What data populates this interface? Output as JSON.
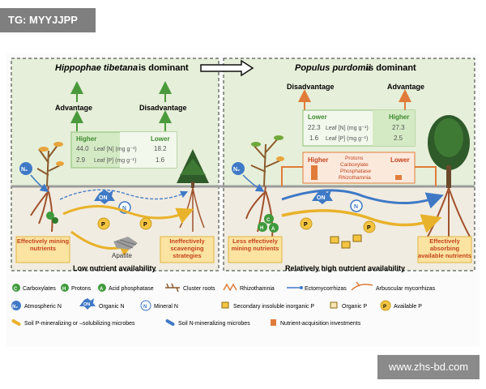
{
  "header_badge": "TG: MYYJJPP",
  "watermark": "www.zhs-bd.com",
  "left_panel": {
    "title_species": "Hippophae tibetana",
    "title_suffix": " is dominant",
    "advantage": "Advantage",
    "disadvantage": "Disadvantage",
    "higher": "Higher",
    "lower": "Lower",
    "row1": {
      "left": "44.0",
      "label": "Leaf [N] (mg g⁻¹)",
      "right": "18.2"
    },
    "row2": {
      "left": "2.9",
      "label": "Leaf [P] (mg g⁻¹)",
      "right": "1.6"
    },
    "strategy_left": "Effectively mining nutrients",
    "strategy_right": "Ineffectively scavenging strategies",
    "bottom_label": "Low nutrient availability",
    "apatite": "Apatite"
  },
  "right_panel": {
    "title_species": "Populus purdomii",
    "title_suffix": " is dominant",
    "disadvantage": "Disadvantage",
    "advantage": "Advantage",
    "lower": "Lower",
    "higher": "Higher",
    "row1": {
      "left": "22.3",
      "label": "Leaf [N] (mg g⁻¹)",
      "right": "27.3"
    },
    "row2": {
      "left": "1.6",
      "label": "Leaf [P] (mg g⁻¹)",
      "right": "2.5"
    },
    "invest_higher": "Higher",
    "invest_lower": "Lower",
    "invest_items": [
      "Protons",
      "Carboxylate",
      "Phosphatase",
      "Rhizothamnia"
    ],
    "strategy_left": "Less effectively mining nutrients",
    "strategy_right": "Effectively absorbing available nutrients",
    "bottom_label": "Relatively high nutrient availability"
  },
  "symbols": {
    "n2": "N₂",
    "on": "ON",
    "n": "N",
    "p": "P",
    "c": "C",
    "h": "H",
    "a": "A"
  },
  "legend": {
    "row1": [
      "Carboxylates",
      "Protons",
      "Acid phosphatase",
      "Cluster roots",
      "Rhizothamnia",
      "Ectomycorrhizas",
      "Arbuscular mycorrhizas"
    ],
    "row2": [
      "Atmospheric N",
      "Organic N",
      "Mineral N",
      "Secondary insoluble inorganic P",
      "Organic P",
      "Available P"
    ],
    "row3": [
      "Soil P-mineralizing or –solubilizing microbes",
      "Soil N-mineralizing microbes",
      "Nutrient-acquisition investments"
    ]
  },
  "colors": {
    "panel_green": "#e6efd9",
    "soil": "#efeadf",
    "arrow_green": "#4a9a3c",
    "arrow_orange": "#e07b39",
    "nutrient_blue": "#3f79c6",
    "p_yellow": "#f5c542",
    "strategy_box": "#fbe3a1",
    "invest_box": "#f3b48a"
  }
}
